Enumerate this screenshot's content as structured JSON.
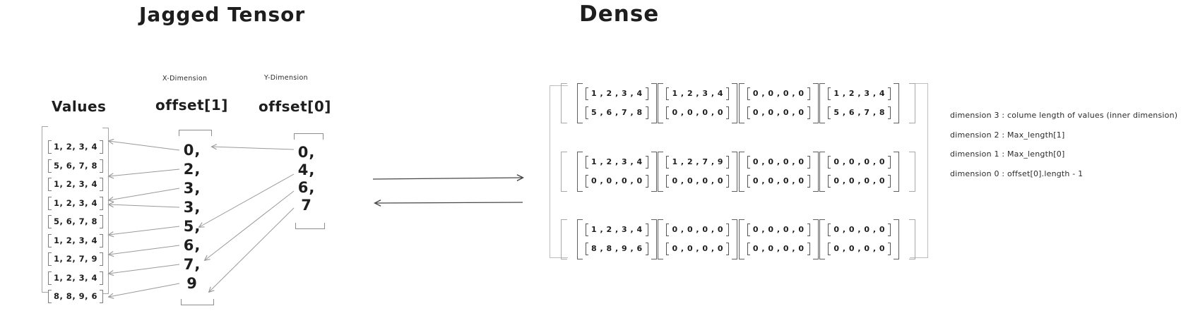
{
  "jagged": {
    "title": "Jagged Tensor",
    "x_dimension_label": "X-Dimension",
    "y_dimension_label": "Y-Dimension",
    "values_label": "Values",
    "offset1_label": "offset[1]",
    "offset0_label": "offset[0]",
    "values_rows": [
      [
        1,
        2,
        3,
        4
      ],
      [
        5,
        6,
        7,
        8
      ],
      [
        1,
        2,
        3,
        4
      ],
      [
        1,
        2,
        3,
        4
      ],
      [
        5,
        6,
        7,
        8
      ],
      [
        1,
        2,
        3,
        4
      ],
      [
        1,
        2,
        7,
        9
      ],
      [
        1,
        2,
        3,
        4
      ],
      [
        8,
        8,
        9,
        6
      ]
    ],
    "offset1_values": [
      "0,",
      "2,",
      "3,",
      "3,",
      "5,",
      "6,",
      "7,",
      "9"
    ],
    "offset0_values": [
      "0,",
      "4,",
      "6,",
      "7"
    ]
  },
  "dense": {
    "title": "Dense",
    "tensor": [
      [
        [
          [
            1,
            2,
            3,
            4
          ],
          [
            5,
            6,
            7,
            8
          ]
        ],
        [
          [
            1,
            2,
            3,
            4
          ],
          [
            0,
            0,
            0,
            0
          ]
        ],
        [
          [
            0,
            0,
            0,
            0
          ],
          [
            0,
            0,
            0,
            0
          ]
        ],
        [
          [
            1,
            2,
            3,
            4
          ],
          [
            5,
            6,
            7,
            8
          ]
        ]
      ],
      [
        [
          [
            1,
            2,
            3,
            4
          ],
          [
            0,
            0,
            0,
            0
          ]
        ],
        [
          [
            1,
            2,
            7,
            9
          ],
          [
            0,
            0,
            0,
            0
          ]
        ],
        [
          [
            0,
            0,
            0,
            0
          ],
          [
            0,
            0,
            0,
            0
          ]
        ],
        [
          [
            0,
            0,
            0,
            0
          ],
          [
            0,
            0,
            0,
            0
          ]
        ]
      ],
      [
        [
          [
            1,
            2,
            3,
            4
          ],
          [
            8,
            8,
            9,
            6
          ]
        ],
        [
          [
            0,
            0,
            0,
            0
          ],
          [
            0,
            0,
            0,
            0
          ]
        ],
        [
          [
            0,
            0,
            0,
            0
          ],
          [
            0,
            0,
            0,
            0
          ]
        ],
        [
          [
            0,
            0,
            0,
            0
          ],
          [
            0,
            0,
            0,
            0
          ]
        ]
      ]
    ]
  },
  "annotations": [
    "dimension 3 : colume length of values (inner dimension)",
    "dimension 2 : Max_length[1]",
    "dimension 1 : Max_length[0]",
    "dimension 0 : offset[0].length - 1"
  ],
  "colors": {
    "ink": "#1e1e1e",
    "arrow_gray": "#9a9a9a",
    "arrow_dark": "#474747",
    "bracket_gray": "#a5a5a5"
  }
}
